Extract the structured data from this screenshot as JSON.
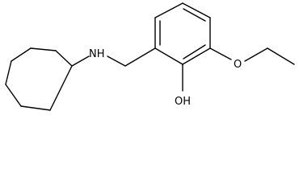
{
  "molecule": {
    "atom_labels": {
      "amine": "NH",
      "hydroxyl": "OH",
      "ether": "O"
    }
  }
}
